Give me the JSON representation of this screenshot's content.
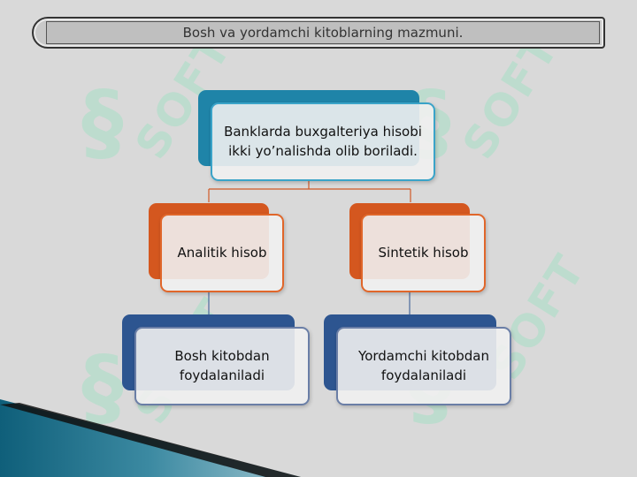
{
  "title": "Bosh va yordamchi kitoblarning mazmuni.",
  "watermark": {
    "text": "SOFT",
    "mark": "§",
    "color": "#78e6b4"
  },
  "diagram": {
    "root": {
      "text": "Banklarda buxgalteriya hisobi ikki yo’nalishda olib boriladi.",
      "accent": "#1f84a8"
    },
    "branches": [
      {
        "text": "Analitik hisob",
        "accent": "#d4571f",
        "child": {
          "text": "Bosh kitobdan foydalaniladi",
          "accent": "#2d5590"
        }
      },
      {
        "text": "Sintetik hisob",
        "accent": "#d4571f",
        "child": {
          "text": "Yordamchi kitobdan foydalaniladi",
          "accent": "#2d5590"
        }
      }
    ]
  }
}
